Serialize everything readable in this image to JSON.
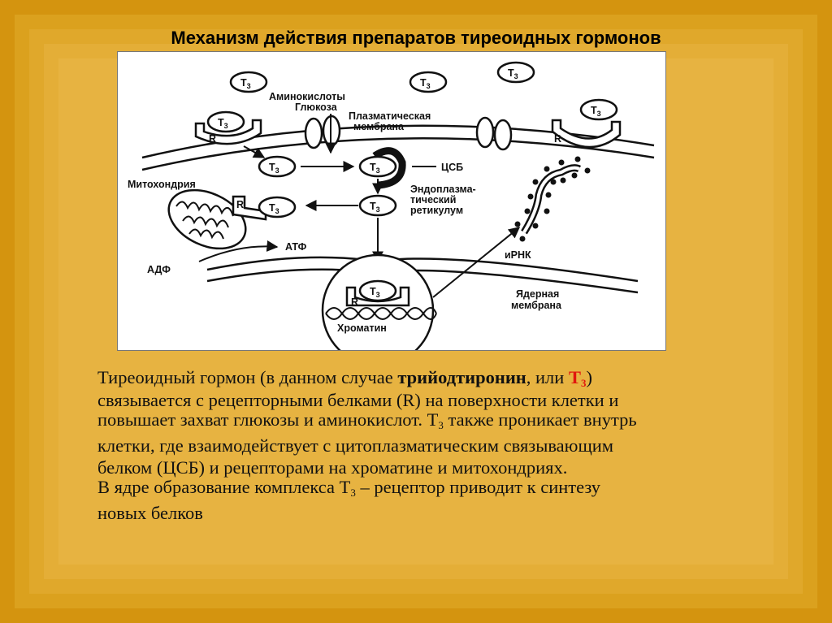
{
  "slide": {
    "title": "Механизм действия препаратов  тиреоидных гормонов"
  },
  "diagram": {
    "labels": {
      "hormone": "T",
      "hormone_sub": "3",
      "amino_acids": "Аминокислоты",
      "glucose": "Глюкоза",
      "plasma_membrane_1": "Плазматическая",
      "plasma_membrane_2": "мембрана",
      "receptor": "R",
      "csb": "ЦСБ",
      "mitochondria": "Митохондрия",
      "er_1": "Эндоплазма-",
      "er_2": "тический",
      "er_3": "ретикулум",
      "atp": "АТФ",
      "adp": "АДФ",
      "mrna": "иРНК",
      "nuclear_membrane_1": "Ядерная",
      "nuclear_membrane_2": "мембрана",
      "chromatin": "Хроматин"
    }
  },
  "caption": {
    "line1_a": "Тиреоидный гормон (в данном случае ",
    "line1_bold": "трийодтиронин",
    "line1_b": ", или ",
    "line1_t": "Т",
    "line1_sub": "3",
    "line1_c": ")",
    "line2": "связывается с рецепторными белками (R) на поверхности клетки и",
    "line3_a": "повышает захват глюкозы и аминокислот. Т",
    "line3_sub": "3",
    "line3_b": " также проникает внутрь",
    "line4": "клетки, где взаимодействует с цитоплазматическим связывающим",
    "line5": "белком (ЦСБ) и рецепторами на хроматине и митохондриях.",
    "line6_a": "В ядре образование комплекса Т",
    "line6_sub": "3",
    "line6_b": " – рецептор приводит к синтезу",
    "line7": "новых белков"
  }
}
